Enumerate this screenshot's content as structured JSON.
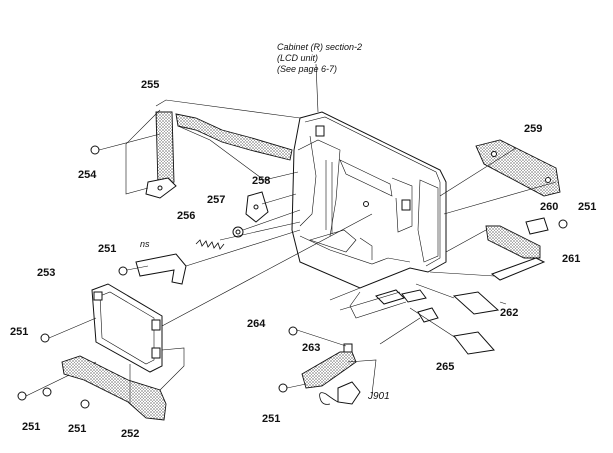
{
  "diagram": {
    "cabinet_note": {
      "line1": "Cabinet (R) section-2",
      "line2": "(LCD unit)",
      "line3": "(See page 6-7)"
    },
    "small_label": "ns",
    "labels": {
      "p255": "255",
      "p254": "254",
      "p258": "258",
      "p257": "257",
      "p256": "256",
      "p251_a": "251",
      "p253": "253",
      "p251_b": "251",
      "p251_c": "251",
      "p251_d": "251",
      "p252": "252",
      "p259": "259",
      "p260": "260",
      "p251_e": "251",
      "p261": "261",
      "p262": "262",
      "p264": "264",
      "p263": "263",
      "p265": "265",
      "p251_f": "251",
      "j901": "J901"
    }
  }
}
